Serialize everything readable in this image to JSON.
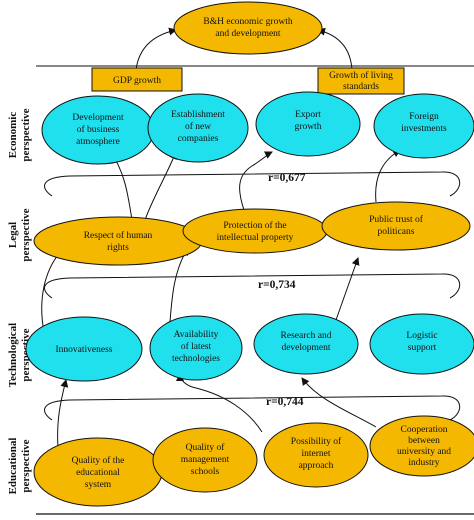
{
  "title": [
    "B&H economic growth",
    "and development"
  ],
  "boxes": {
    "gdp": [
      "GDP growth"
    ],
    "living": [
      "Growth of living",
      "standards"
    ]
  },
  "perspectives": {
    "economic": [
      "Economic",
      "perspective"
    ],
    "legal": [
      "Legal",
      "perspective"
    ],
    "technological": [
      "Technological",
      "perspective"
    ],
    "educational": [
      "Educational",
      "perspective"
    ]
  },
  "correlations": {
    "r1": "r=0,677",
    "r2": "r=0,734",
    "r3": "r=0,744"
  },
  "economic_nodes": {
    "business": [
      "Development",
      "of business",
      "atmosphere"
    ],
    "companies": [
      "Establishment",
      "of new",
      "companies"
    ],
    "export": [
      "Export",
      "growth"
    ],
    "foreign": [
      "Foreign",
      "investments"
    ]
  },
  "legal_nodes": {
    "human": [
      "Respect of human",
      "rights"
    ],
    "intellectual": [
      "Protection of the",
      "intellectual property"
    ],
    "trust": [
      "Public trust of",
      "politicans"
    ]
  },
  "tech_nodes": {
    "innov": [
      "Innovativeness"
    ],
    "avail": [
      "Availability",
      "of latest",
      "technologies"
    ],
    "research": [
      "Research and",
      "development"
    ],
    "logistic": [
      "Logistic",
      "support"
    ]
  },
  "edu_nodes": {
    "quality_edu": [
      "Quality of the",
      "educational",
      "system"
    ],
    "quality_mgmt": [
      "Quality of",
      "management",
      "schools"
    ],
    "internet": [
      "Possibility of",
      "internet",
      "approach"
    ],
    "coop": [
      "Cooperation",
      "between",
      "university and",
      "industry"
    ]
  },
  "colors": {
    "gold": "#f5b800",
    "cyan": "#21e0ee",
    "stroke": "#111111"
  }
}
